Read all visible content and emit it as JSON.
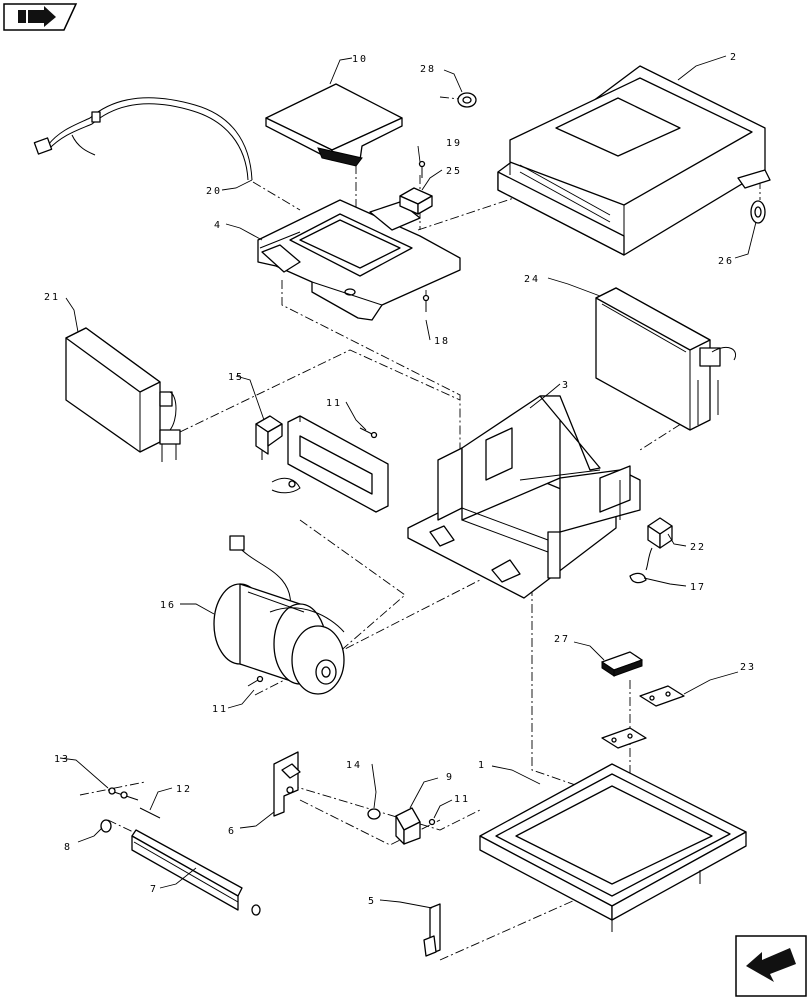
{
  "diagram": {
    "callouts": {
      "c1": "1",
      "c2": "2",
      "c3": "3",
      "c4": "4",
      "c5": "5",
      "c6": "6",
      "c7": "7",
      "c8": "8",
      "c9": "9",
      "c10": "10",
      "c11a": "11",
      "c11b": "11",
      "c11c": "11",
      "c12": "12",
      "c13": "13",
      "c14": "14",
      "c15": "15",
      "c16": "16",
      "c17": "17",
      "c18": "18",
      "c19": "19",
      "c20": "20",
      "c21": "21",
      "c22": "22",
      "c23": "23",
      "c24": "24",
      "c25": "25",
      "c26": "26",
      "c27": "27",
      "c28": "28"
    }
  },
  "nav": {
    "top_icon": "forward-arrow-icon",
    "bottom_icon": "return-arrow-icon"
  }
}
